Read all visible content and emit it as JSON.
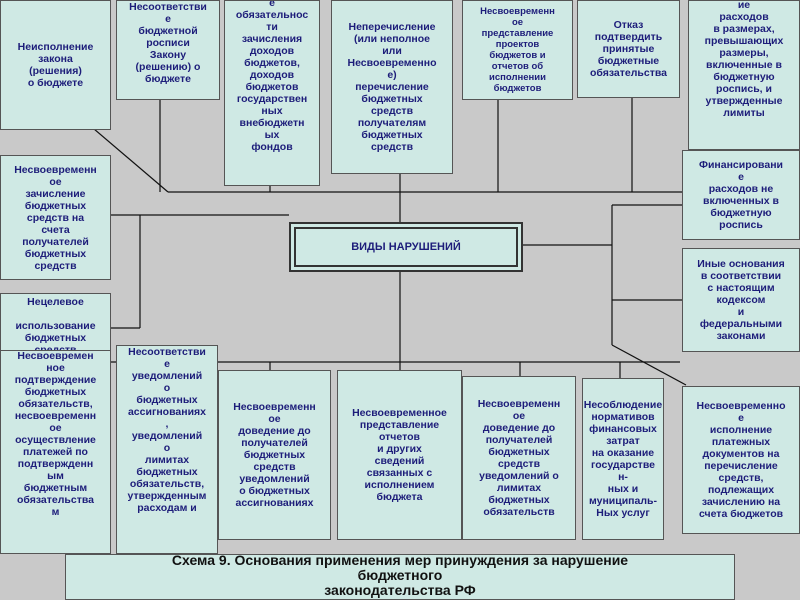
{
  "center": {
    "title": "ВИДЫ НАРУШЕНИЙ"
  },
  "caption": "Схема 9. Основания применения мер принуждения за нарушение\nбюджетного\nзаконодательства РФ",
  "boxes": {
    "b1": "Неисполнение\nзакона\n(решения)\nо бюджете",
    "b2": "Несоответстви\nе\nбюджетной\nросписи\nЗакону\n(решению) о\nбюджете",
    "b3": "е\nобязательнос\nти\nзачисления\nдоходов\nбюджетов,\nдоходов\nбюджетов\nгосударствен\nных\nвнебюджетн\nых\nфондов",
    "b4": "Неперечисление\n(или неполное\nили\nНесвоевременно\ne)\nперечисление\nбюджетных\nсредств\nполучателям\nбюджетных\nсредств",
    "b5": "Несвоевременн\nое\nпредставление\nпроектов\nбюджетов и\nотчетов об\nисполнении\nбюджетов",
    "b6": "Отказ\nподтвердить\nпринятые\nбюджетные\nобязательства",
    "b7": "ие\nрасходов\nв размерах,\nпревышающих\nразмеры,\nвключенные в\nбюджетную\nроспись, и\nутвержденные\nлимиты",
    "b8": "Несвоевременн\nое\nзачисление\nбюджетных\nсредств на\nсчета\nполучателей\nбюджетных\nсредств",
    "b9": "Финансировани\nе\nрасходов не\nвключенных в\nбюджетную\nроспись",
    "b10": "Иные основания\nв соответствии\nс настоящим\nкодексом\nи\nфедеральными\nзаконами",
    "b11": "Нецелевое\n\nиспользование\nбюджетных\nсредств",
    "b12": "Несвоевремен\nное\nподтверждение\nбюджетных\nобязательств,\nнесвоевременн\nое\nосуществление\nплатежей по\nподтвержденн\nым\nбюджетным\nобязательства\nм",
    "b13": "Несоответстви\nе\nуведомлений\nо\nбюджетных\nассигнованиях\n,\nуведомлений\nо\nлимитах\nбюджетных\nобязательств,\nутвержденным\nрасходам и",
    "b14": "Несвоевременн\nое\nдоведение до\nполучателей\nбюджетных\nсредств\nуведомлений\nо бюджетных\nассигнованиях",
    "b15": "Несвоевременное\nпредставление\nотчетов\nи других\nсведений\nсвязанных с\nисполнением\nбюджета",
    "b16": "Несвоевременн\nое\nдоведение до\nполучателей\nбюджетных\nсредств\nуведомлений о\nлимитах\nбюджетных\nобязательств",
    "b17": "Несоблюдение\nнормативов\nфинансовых\nзатрат\nна оказание\nгосударстве\nн-\nных и\nмуниципаль-\nНых услуг",
    "b18": "Несвоевременно\ne\nисполнение\nплатежных\nдокументов на\nперечисление\nсредств,\nподлежащих\nзачислению на\nсчета бюджетов"
  }
}
